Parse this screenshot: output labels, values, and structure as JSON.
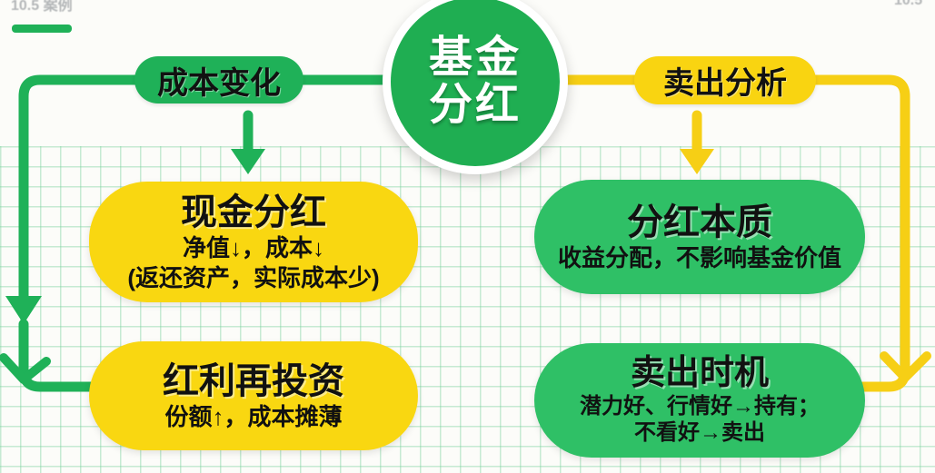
{
  "header": {
    "left_faint": "10.5 案例",
    "right_faint": "10.5"
  },
  "center": {
    "title_line1": "基金",
    "title_line2": "分红"
  },
  "branches": {
    "left": {
      "label": "成本变化"
    },
    "right": {
      "label": "卖出分析"
    }
  },
  "nodes": [
    {
      "title": "现金分红",
      "line1": "净值↓，成本↓",
      "line2": "(返还资产，实际成本少)"
    },
    {
      "title": "红利再投资",
      "line1": "份额↑，成本摊薄"
    },
    {
      "title": "分红本质",
      "line1": "收益分配，不影响基金价值"
    },
    {
      "title": "卖出时机",
      "line1": "潜力好、行情好→持有；",
      "line2": "不看好→卖出"
    }
  ],
  "colors": {
    "branch_green": "#1fb158",
    "node_green": "#2fc066",
    "yellow": "#f9d711",
    "connector_yellow": "#f6cf15",
    "grid_line": "#b9e6cb",
    "circle_green": "#1fae52"
  }
}
